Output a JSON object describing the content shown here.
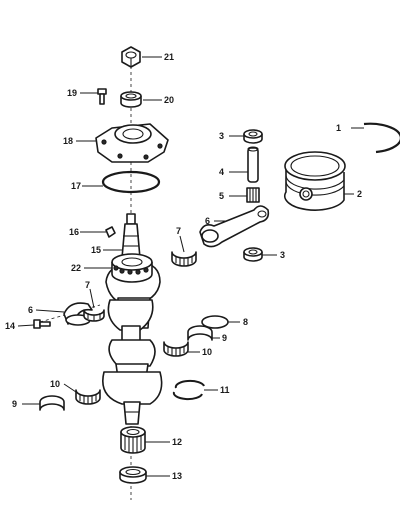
{
  "callouts": {
    "c1": "1",
    "c2": "2",
    "c3a": "3",
    "c3b": "3",
    "c4": "4",
    "c5": "5",
    "c6a": "6",
    "c6b": "6",
    "c7a": "7",
    "c7b": "7",
    "c8": "8",
    "c9a": "9",
    "c9b": "9",
    "c10a": "10",
    "c10b": "10",
    "c11": "11",
    "c12": "12",
    "c13": "13",
    "c14": "14",
    "c15": "15",
    "c16": "16",
    "c17": "17",
    "c18": "18",
    "c19": "19",
    "c20": "20",
    "c21": "21",
    "c22": "22"
  }
}
